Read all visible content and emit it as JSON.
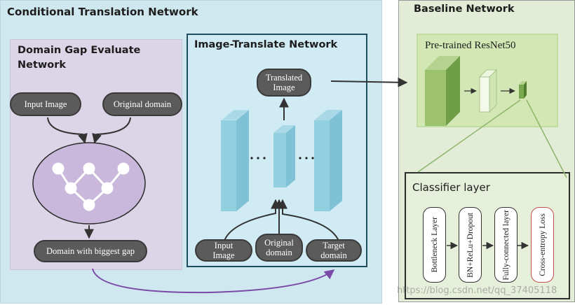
{
  "conditional_panel": {
    "title": "Conditional Translation Network"
  },
  "domain_gap_panel": {
    "title": "Domain Gap Evaluate\nNetwork",
    "input_label": "Input Image",
    "original_label": "Original domain",
    "output_label": "Domain with biggest gap"
  },
  "image_translate_panel": {
    "title": "Image-Translate Network",
    "output_label": "Translated\nImage",
    "input_label": "Input\nImage",
    "original_label": "Original\ndomain",
    "target_label": "Target\ndomain"
  },
  "baseline_panel": {
    "title": "Baseline Network",
    "resnet_title": "Pre-trained ResNet50"
  },
  "classifier_panel": {
    "title": "Classifier layer",
    "layers": [
      "Bottleneck Layer",
      "BN+ReLu+Dropout",
      "Fully-connected layer",
      "Cross-entropy Loss"
    ]
  },
  "watermark": "https://blog.csdn.net/qq_37405118",
  "colors": {
    "conditional_bg": "#cfe8ef",
    "domain_gap_bg": "#dcd5e8",
    "image_translate_bg": "#d0ebf3",
    "baseline_bg": "#e2ecd6",
    "resnet_bg": "#d2e7b4",
    "pill_fill": "#5b5b5b",
    "loss_border": "#c0504d",
    "curve_arrow": "#7a4aa8"
  }
}
